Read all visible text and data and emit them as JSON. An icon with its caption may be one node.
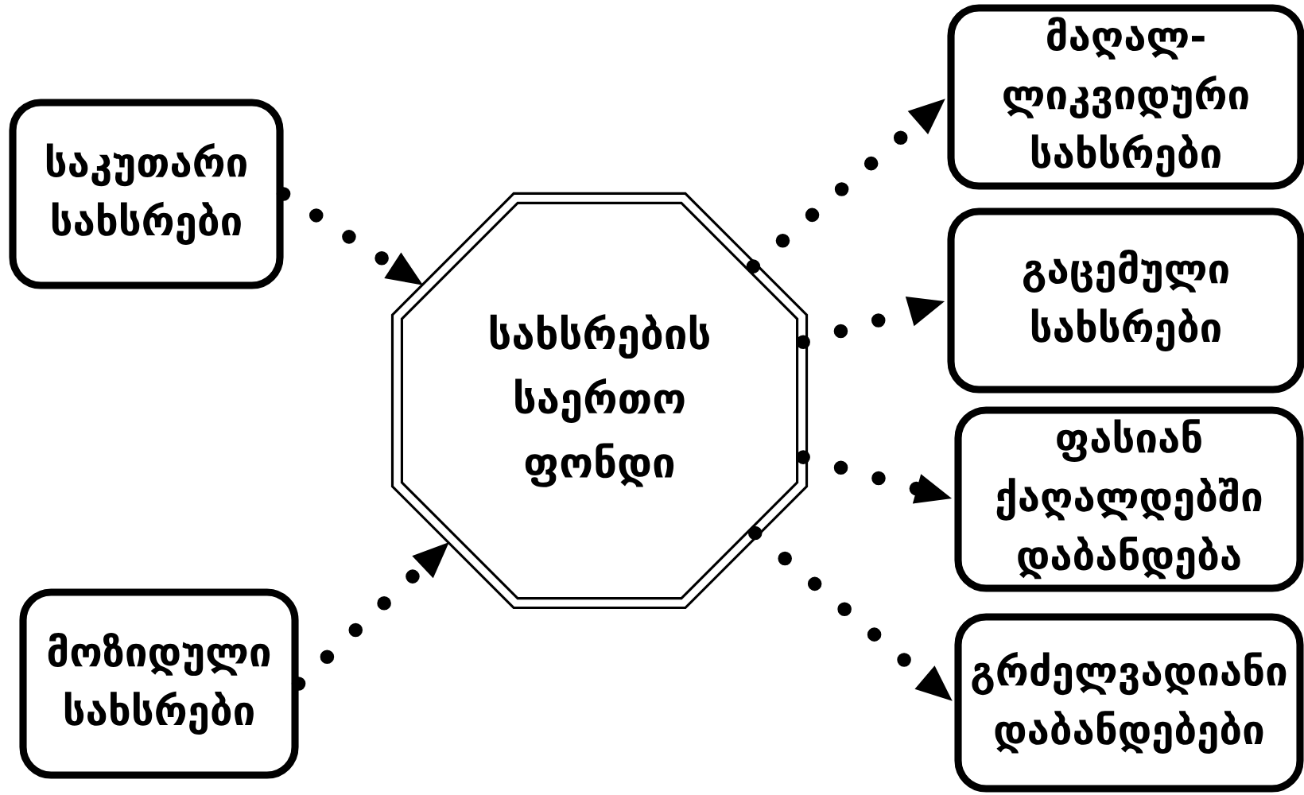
{
  "diagram": {
    "nodes": [
      {
        "text": [
          "საკუთარი სახსრები"
        ]
      },
      {
        "text": [
          "სახსრების საერთო ფონდი"
        ]
      },
      {
        "text": [
          "მოზიდული სახსრები"
        ]
      },
      {
        "text": [
          "მაღალ- ლიკვიდური სახსრები"
        ]
      },
      {
        "text": [
          "გაცემული სახსრები"
        ]
      },
      {
        "text": [
          "ფასიან ქაღალდებში დაბანდება"
        ]
      },
      {
        "text": [
          "გრძელვადიანი დაბანდებები"
        ]
      }
    ],
    "edges": [
      {
        "from": 0,
        "to": 1,
        "arrow": "to",
        "style": "dashed"
      },
      {
        "from": 2,
        "to": 1,
        "arrow": "to",
        "style": "dashed"
      },
      {
        "from": 1,
        "to": 3,
        "arrow": "to",
        "style": "dashed"
      },
      {
        "from": 1,
        "to": 4,
        "arrow": "to",
        "style": "dashed"
      },
      {
        "from": 1,
        "to": 5,
        "arrow": "to",
        "style": "dashed"
      },
      {
        "from": 1,
        "to": 6,
        "arrow": "to",
        "style": "dashed"
      }
    ]
  }
}
